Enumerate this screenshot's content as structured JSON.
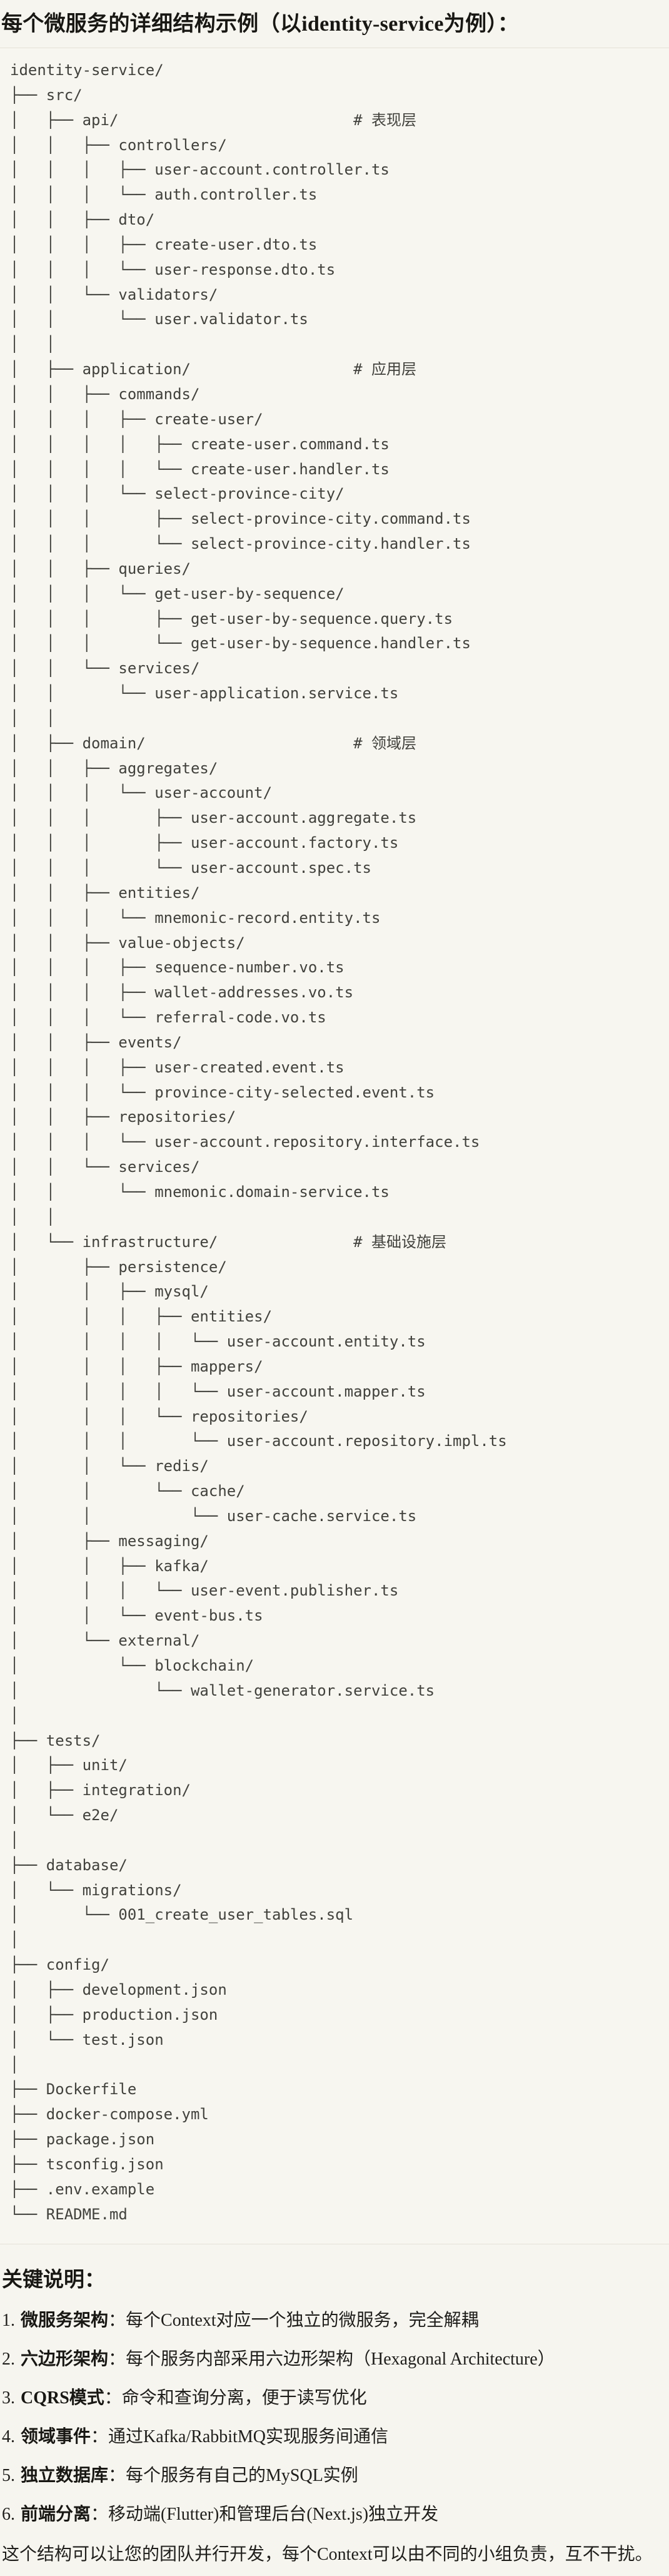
{
  "title": "每个微服务的详细结构示例（以identity-service为例）：",
  "code_block": {
    "lines": [
      "identity-service/",
      "├── src/",
      "│   ├── api/                          # 表现层",
      "│   │   ├── controllers/",
      "│   │   │   ├── user-account.controller.ts",
      "│   │   │   └── auth.controller.ts",
      "│   │   ├── dto/",
      "│   │   │   ├── create-user.dto.ts",
      "│   │   │   └── user-response.dto.ts",
      "│   │   └── validators/",
      "│   │       └── user.validator.ts",
      "│   │",
      "│   ├── application/                  # 应用层",
      "│   │   ├── commands/",
      "│   │   │   ├── create-user/",
      "│   │   │   │   ├── create-user.command.ts",
      "│   │   │   │   └── create-user.handler.ts",
      "│   │   │   └── select-province-city/",
      "│   │   │       ├── select-province-city.command.ts",
      "│   │   │       └── select-province-city.handler.ts",
      "│   │   ├── queries/",
      "│   │   │   └── get-user-by-sequence/",
      "│   │   │       ├── get-user-by-sequence.query.ts",
      "│   │   │       └── get-user-by-sequence.handler.ts",
      "│   │   └── services/",
      "│   │       └── user-application.service.ts",
      "│   │",
      "│   ├── domain/                       # 领域层",
      "│   │   ├── aggregates/",
      "│   │   │   └── user-account/",
      "│   │   │       ├── user-account.aggregate.ts",
      "│   │   │       ├── user-account.factory.ts",
      "│   │   │       └── user-account.spec.ts",
      "│   │   ├── entities/",
      "│   │   │   └── mnemonic-record.entity.ts",
      "│   │   ├── value-objects/",
      "│   │   │   ├── sequence-number.vo.ts",
      "│   │   │   ├── wallet-addresses.vo.ts",
      "│   │   │   └── referral-code.vo.ts",
      "│   │   ├── events/",
      "│   │   │   ├── user-created.event.ts",
      "│   │   │   └── province-city-selected.event.ts",
      "│   │   ├── repositories/",
      "│   │   │   └── user-account.repository.interface.ts",
      "│   │   └── services/",
      "│   │       └── mnemonic.domain-service.ts",
      "│   │",
      "│   └── infrastructure/               # 基础设施层",
      "│       ├── persistence/",
      "│       │   ├── mysql/",
      "│       │   │   ├── entities/",
      "│       │   │   │   └── user-account.entity.ts",
      "│       │   │   ├── mappers/",
      "│       │   │   │   └── user-account.mapper.ts",
      "│       │   │   └── repositories/",
      "│       │   │       └── user-account.repository.impl.ts",
      "│       │   └── redis/",
      "│       │       └── cache/",
      "│       │           └── user-cache.service.ts",
      "│       ├── messaging/",
      "│       │   ├── kafka/",
      "│       │   │   └── user-event.publisher.ts",
      "│       │   └── event-bus.ts",
      "│       └── external/",
      "│           └── blockchain/",
      "│               └── wallet-generator.service.ts",
      "│",
      "├── tests/",
      "│   ├── unit/",
      "│   ├── integration/",
      "│   └── e2e/",
      "│",
      "├── database/",
      "│   └── migrations/",
      "│       └── 001_create_user_tables.sql",
      "│",
      "├── config/",
      "│   ├── development.json",
      "│   ├── production.json",
      "│   └── test.json",
      "│",
      "├── Dockerfile",
      "├── docker-compose.yml",
      "├── package.json",
      "├── tsconfig.json",
      "├── .env.example",
      "└── README.md"
    ]
  },
  "notes": {
    "heading": "关键说明：",
    "items": [
      {
        "num": "1.",
        "term": "微服务架构",
        "desc": "：每个Context对应一个独立的微服务，完全解耦"
      },
      {
        "num": "2.",
        "term": "六边形架构",
        "desc": "：每个服务内部采用六边形架构（Hexagonal Architecture）"
      },
      {
        "num": "3.",
        "term": "CQRS模式",
        "desc": "：命令和查询分离，便于读写优化"
      },
      {
        "num": "4.",
        "term": "领域事件",
        "desc": "：通过Kafka/RabbitMQ实现服务间通信"
      },
      {
        "num": "5.",
        "term": "独立数据库",
        "desc": "：每个服务有自己的MySQL实例"
      },
      {
        "num": "6.",
        "term": "前端分离",
        "desc": "：移动端(Flutter)和管理后台(Next.js)独立开发"
      }
    ],
    "footer": "这个结构可以让您的团队并行开发，每个Context可以由不同的小组负责，互不干扰。"
  }
}
